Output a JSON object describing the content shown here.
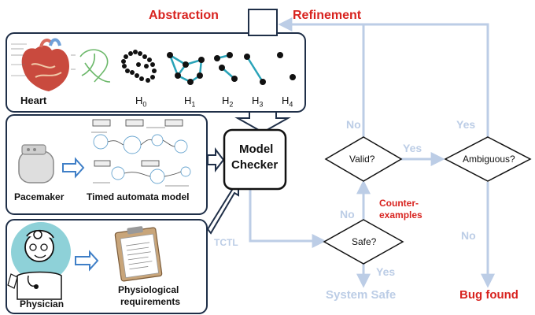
{
  "labels": {
    "abstraction": "Abstraction",
    "refinement": "Refinement",
    "heart": "Heart",
    "h0": "H",
    "h0_sub": "0",
    "h1": "H",
    "h1_sub": "1",
    "h2": "H",
    "h2_sub": "2",
    "h3": "H",
    "h3_sub": "3",
    "h4": "H",
    "h4_sub": "4",
    "pacemaker": "Pacemaker",
    "timed_automata": "Timed automata model",
    "physician": "Physician",
    "physiological_line1": "Physiological",
    "physiological_line2": "requirements",
    "model_checker_line1": "Model",
    "model_checker_line2": "Checker",
    "tctl": "TCTL",
    "valid": "Valid?",
    "ambiguous": "Ambiguous?",
    "safe": "Safe?",
    "counterexamples_line1": "Counter-",
    "counterexamples_line2": "examples",
    "no_valid": "No",
    "yes_valid": "Yes",
    "yes_ambiguous": "Yes",
    "no_safe": "No",
    "yes_safe": "Yes",
    "no_ambiguous": "No",
    "system_safe": "System Safe",
    "bug_found": "Bug found"
  },
  "colors": {
    "flow": "#bccde6",
    "accent_red": "#d8231f",
    "edge": "#1f2f48"
  }
}
